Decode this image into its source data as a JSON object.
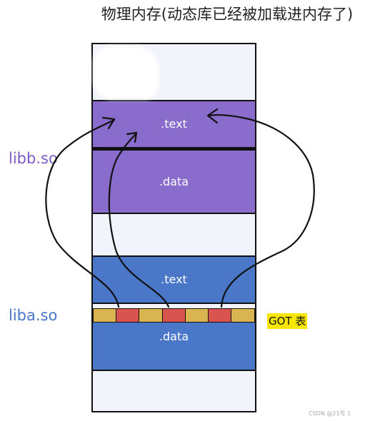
{
  "title": "物理内存(动态库已经被加载进内存了)",
  "labels": {
    "libb": "libb.so",
    "liba": "liba.so",
    "got": "GOT 表"
  },
  "sections": {
    "libb_text": ".text",
    "libb_data": ".data",
    "liba_text": ".text",
    "liba_data": ".data"
  },
  "colors": {
    "libb": "#8a6ccc",
    "liba": "#4b77c9",
    "got_yellow": "#d9b450",
    "got_red": "#d9534f",
    "got_label_bg": "#f7e600",
    "memory_bg": "#f1f4fa"
  },
  "got_table": [
    "yellow",
    "red",
    "yellow",
    "red",
    "yellow",
    "red",
    "yellow"
  ],
  "watermark": "CSDN @21号    1"
}
